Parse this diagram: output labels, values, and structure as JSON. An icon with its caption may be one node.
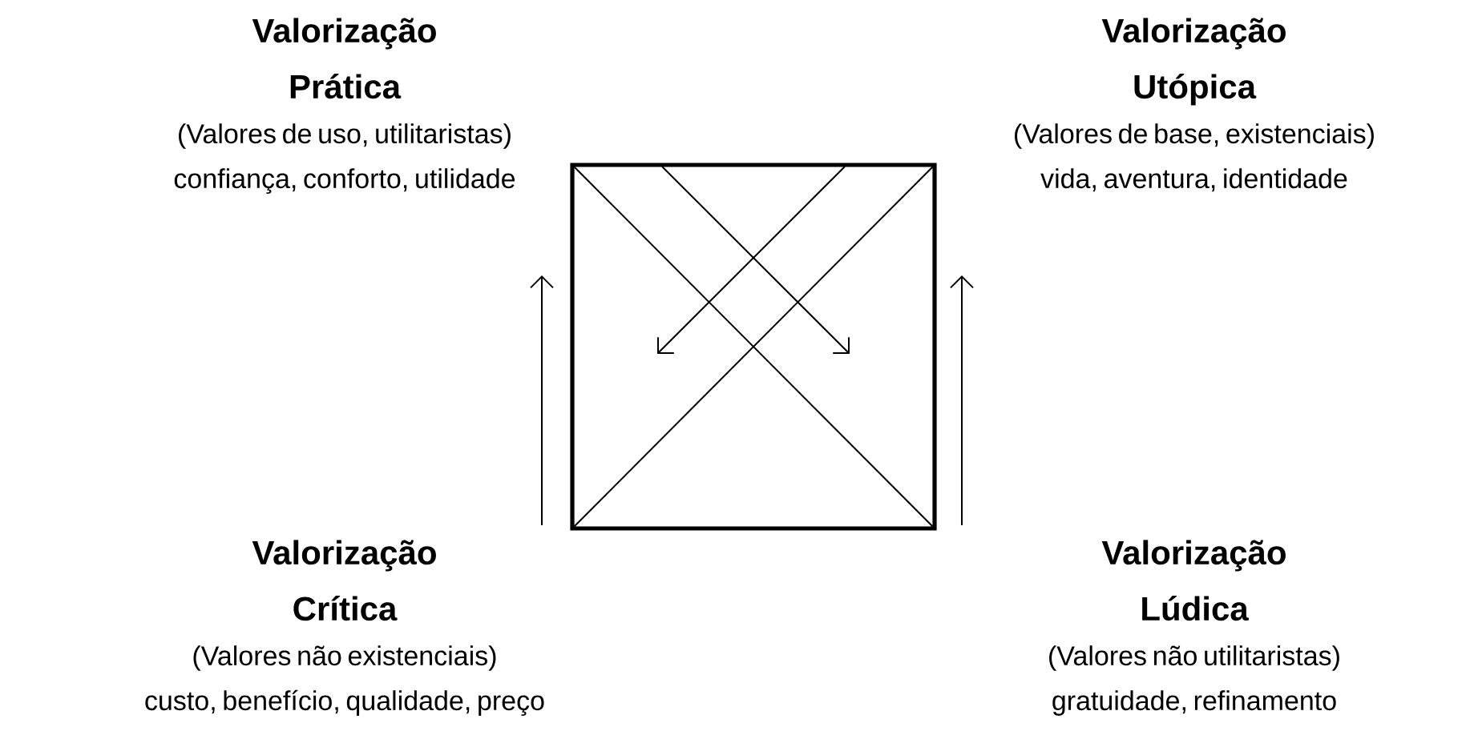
{
  "diagram": {
    "nodes": [
      {
        "text": [
          "Valorização Prática",
          "(Valores de uso, utilitaristas)",
          "confiança, conforto, utilidade"
        ]
      },
      {
        "text": [
          "Valorização Utópica",
          "(Valores de base, existenciais)",
          "vida, aventura, identidade"
        ]
      },
      {
        "text": [
          "Valorização Crítica",
          "(Valores não existenciais)",
          "custo, benefício, qualidade, preço"
        ]
      },
      {
        "text": [
          "Valorização Lúdica",
          "(Valores não utilitaristas)",
          "gratuidade, refinamento"
        ]
      }
    ]
  }
}
